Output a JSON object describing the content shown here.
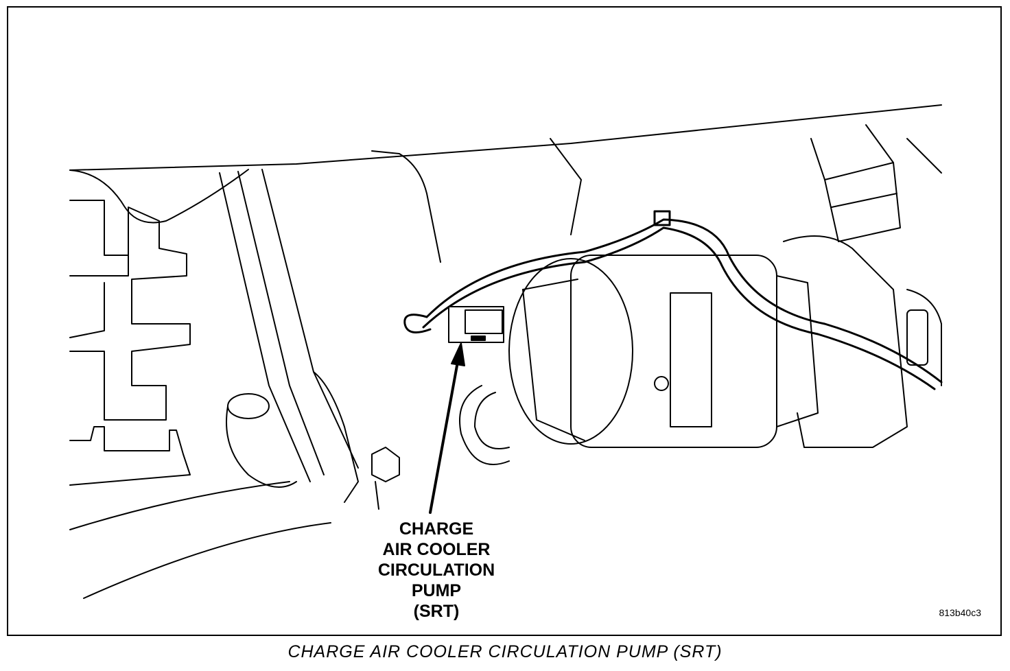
{
  "callout": {
    "lines": [
      "CHARGE",
      "AIR COOLER",
      "CIRCULATION",
      "PUMP",
      "(SRT)"
    ]
  },
  "reference_code": "813b40c3",
  "caption": "CHARGE AIR COOLER CIRCULATION PUMP (SRT)"
}
